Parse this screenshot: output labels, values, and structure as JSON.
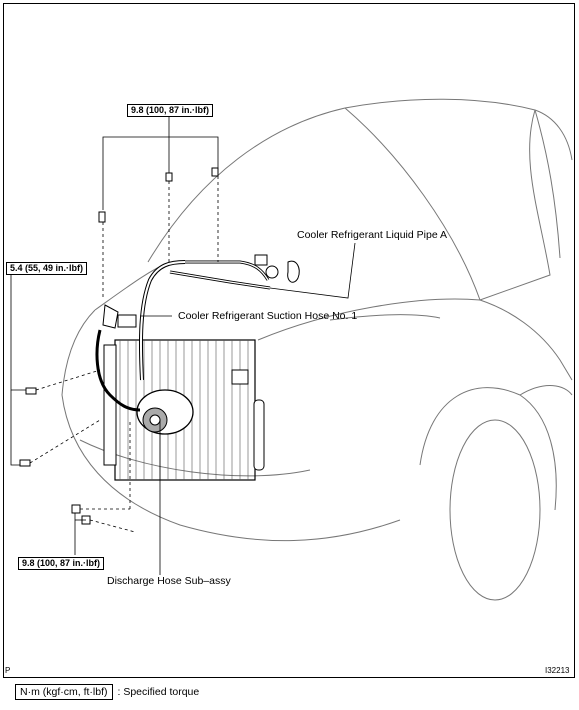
{
  "torque_specs": {
    "top": "9.8 (100, 87 in.·lbf)",
    "left": "5.4 (55, 49 in.·lbf)",
    "bottom": "9.8 (100, 87 in.·lbf)"
  },
  "labels": {
    "liquid_pipe": "Cooler Refrigerant Liquid Pipe A",
    "suction_hose": "Cooler Refrigerant Suction Hose No. 1",
    "discharge_hose": "Discharge Hose Sub–assy"
  },
  "corner": {
    "page_marker": "P",
    "figure_id": "I32213"
  },
  "legend": {
    "unit": "N·m (kgf·cm, ft·lbf)",
    "description": ": Specified torque"
  }
}
